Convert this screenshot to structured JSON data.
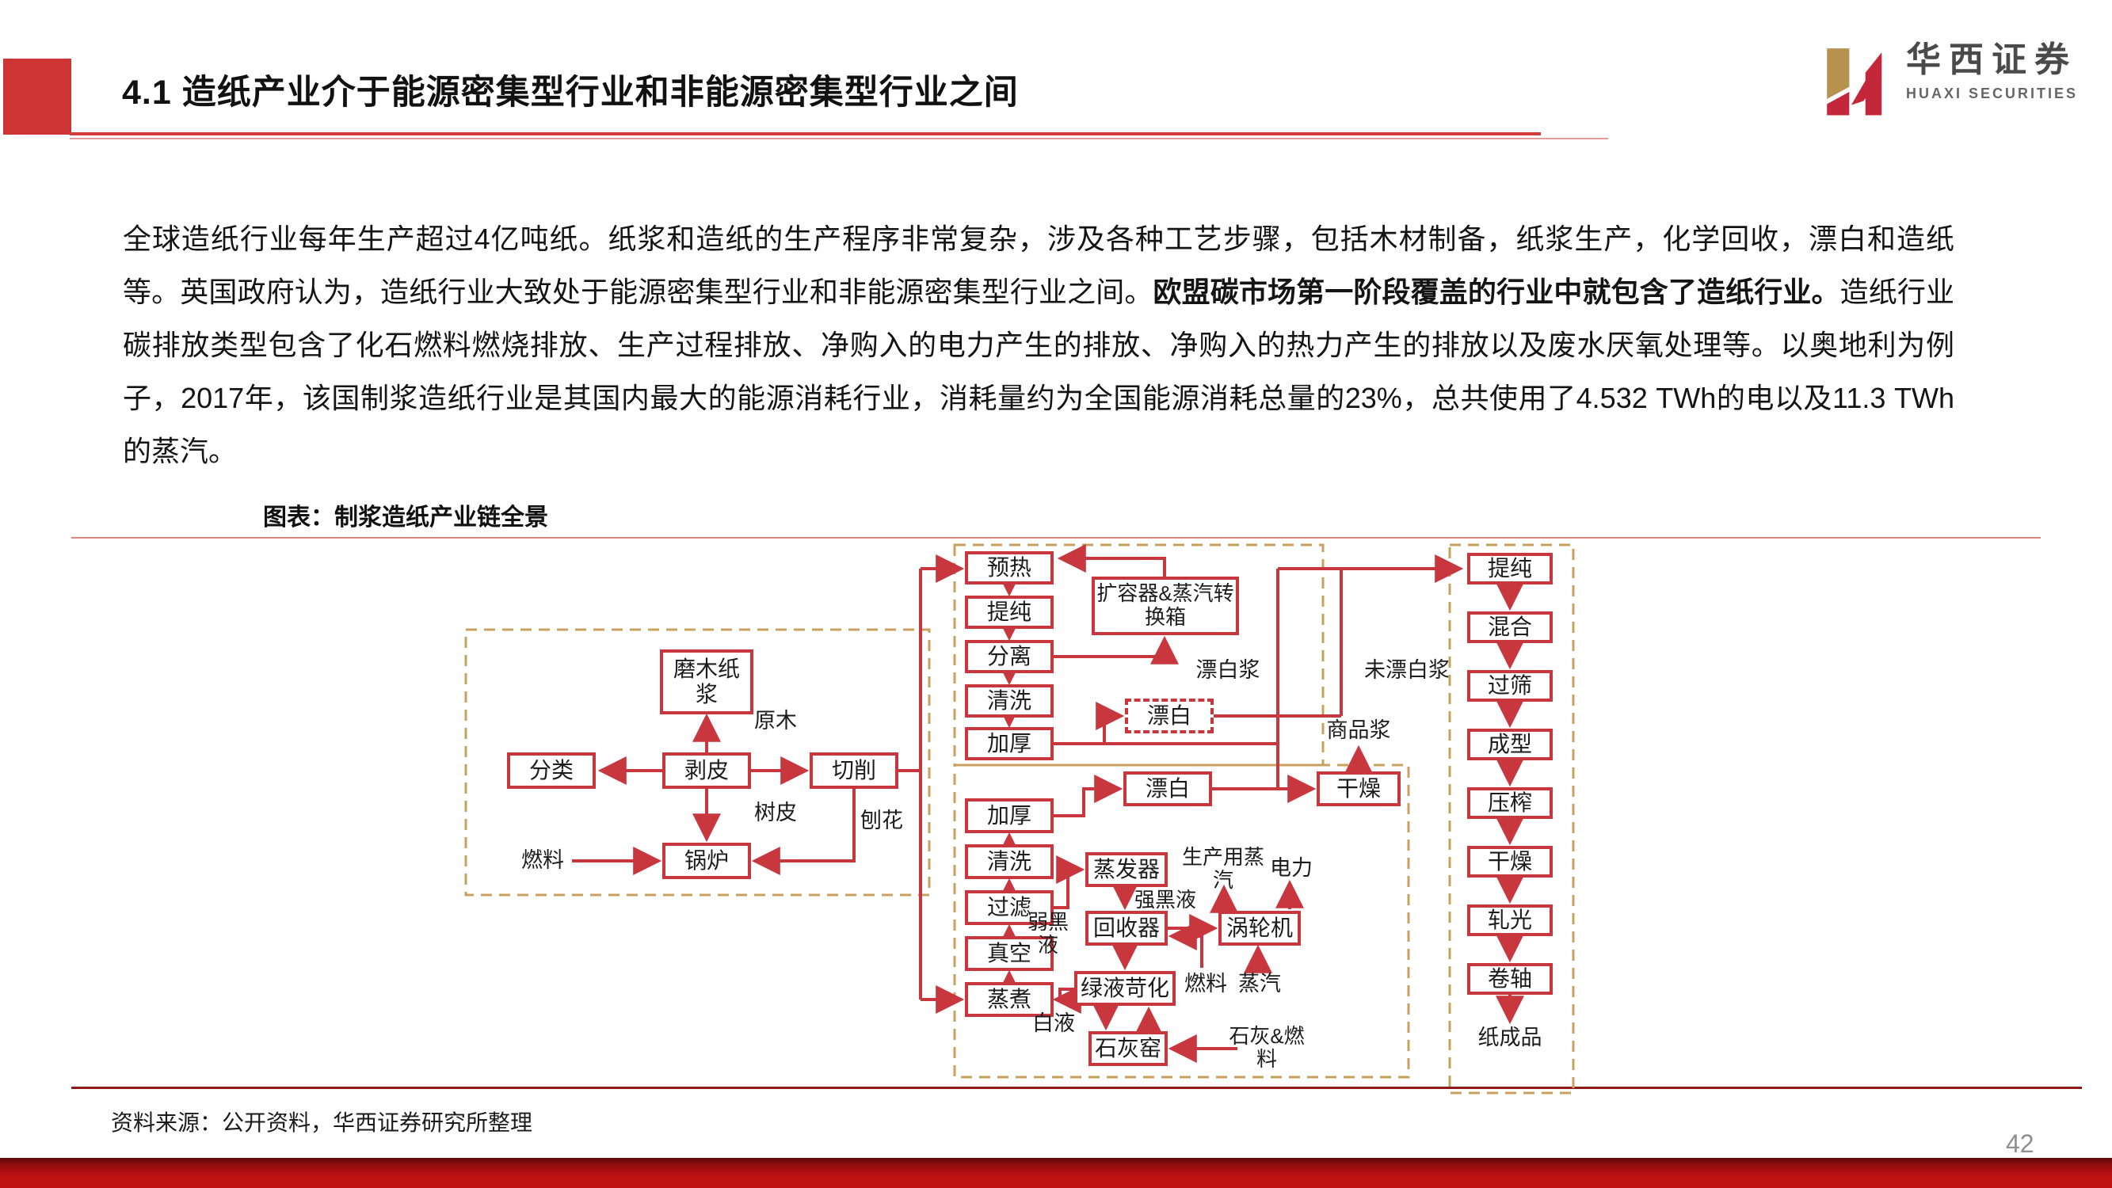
{
  "header": {
    "title": "4.1 造纸产业介于能源密集型行业和非能源密集型行业之间",
    "logo": {
      "cn": "华西证券",
      "en": "HUAXI SECURITIES"
    }
  },
  "body": {
    "p1": "全球造纸行业每年生产超过4亿吨纸。纸浆和造纸的生产程序非常复杂，涉及各种工艺步骤，包括木材制备，纸浆生产，化学回收，漂白和造纸等。英国政府认为，造纸行业大致处于能源密集型行业和非能源密集型行业之间。",
    "bold": "欧盟碳市场第一阶段覆盖的行业中就包含了造纸行业。",
    "p2": "造纸行业碳排放类型包含了化石燃料燃烧排放、生产过程排放、净购入的电力产生的排放、净购入的热力产生的排放以及废水厌氧处理等。以奥地利为例子，2017年，该国制浆造纸行业是其国内最大的能源消耗行业，消耗量约为全国能源消耗总量的23%，总共使用了4.532 TWh的电以及11.3 TWh的蒸汽。"
  },
  "figure": {
    "caption": "图表：制浆造纸产业链全景",
    "nodes": {
      "mw": "磨木纸浆",
      "fl": "分类",
      "bp": "剥皮",
      "qx": "切削",
      "gl": "锅炉",
      "yr": "预热",
      "tc1": "提纯",
      "fen": "分离",
      "qx1": "清洗",
      "jh1": "加厚",
      "kr": "扩容器&蒸汽转换箱",
      "pb1": "漂白",
      "jh2": "加厚",
      "qx2": "清洗",
      "glv": "过滤",
      "zk": "真空",
      "zz": "蒸煮",
      "pb2": "漂白",
      "gz1": "干燥",
      "zfq": "蒸发器",
      "hsq": "回收器",
      "wlj": "涡轮机",
      "lyh": "绿液苛化",
      "shy": "石灰窑",
      "r1": "提纯",
      "r2": "混合",
      "r3": "过筛",
      "r4": "成型",
      "r5": "压榨",
      "r6": "干燥",
      "r7": "轧光",
      "r8": "卷轴"
    },
    "labels": {
      "yuanmu": "原木",
      "shupi": "树皮",
      "ranliao": "燃料",
      "baohua": "刨花",
      "piaobaijiang": "漂白浆",
      "weipiaobaijiang": "未漂白浆",
      "shangpinjiang": "商品浆",
      "ruoheiye": "弱黑液",
      "qiangheiye": "强黑液",
      "scyzq": "生产用蒸汽",
      "dianli": "电力",
      "zhengqi": "蒸汽",
      "ranliao2": "燃料",
      "baiye": "白液",
      "shihuiranliao": "石灰&燃料",
      "zhichengpin": "纸成品"
    }
  },
  "footer": {
    "source": "资料来源：公开资料，华西证券研究所整理",
    "page_number": "42"
  },
  "colors": {
    "accent_red": "#CE3434",
    "flow_line_red": "#C8373E",
    "dashed_gold": "#C8A15F",
    "footer_band_red": "#BE1111",
    "logo_gold": "#B7914E",
    "logo_red": "#C5273A"
  }
}
